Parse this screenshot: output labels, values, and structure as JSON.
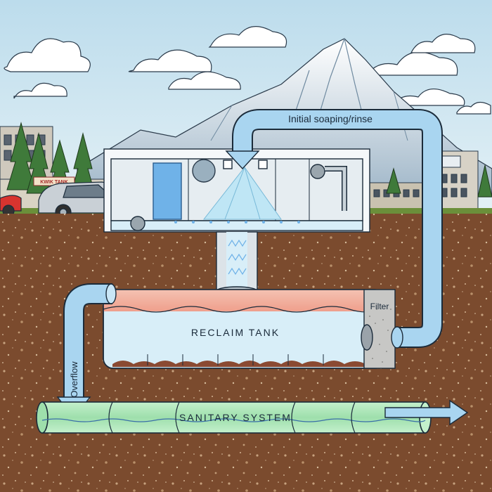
{
  "labels": {
    "initial": "Initial soaping/rinse",
    "filter": "Filter",
    "reclaim": "RECLAIM TANK",
    "overflow": "Overflow",
    "sanitary": "SANITARY SYSTEM",
    "sign": "KWIK TANK"
  },
  "colors": {
    "sky": "#c9e3ef",
    "soil": "#7a4a2c",
    "pipe_blue": "#a9d5f0",
    "pipe_stroke": "#1b2b3a",
    "sewer_green": "#aee6b9",
    "water": "#d8eef8",
    "tank_top": "#f2b7a3"
  }
}
